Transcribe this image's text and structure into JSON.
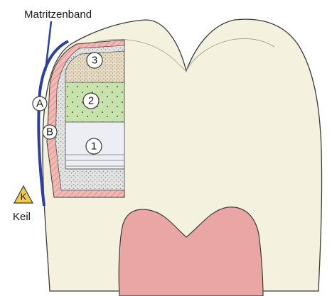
{
  "labels": {
    "matrix_band": "Matritzenband",
    "wedge": "Keil",
    "wedge_marker": "K",
    "marker_a": "A",
    "marker_b": "B",
    "layer_1": "1",
    "layer_2": "2",
    "layer_3": "3"
  },
  "colors": {
    "enamel": "#f4f2df",
    "outline": "#3a3a3a",
    "pulp": "#eaa6a4",
    "liner_pink": "#f2b9b4",
    "base_layer": "#eceef4",
    "layer_green": "#c8e2ad",
    "layer_sand": "#e5dcc3",
    "matrix_band": "#2e3f9e",
    "grey_liner": "#cfcfcf"
  }
}
